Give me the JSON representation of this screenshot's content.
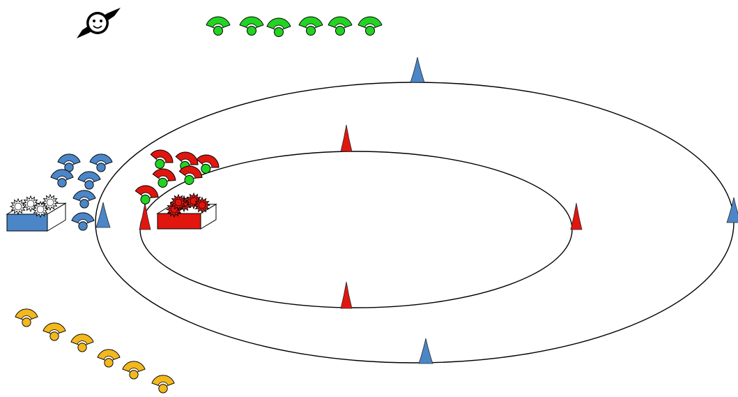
{
  "board": {
    "name": "game-board",
    "tracks": [
      "outer-track",
      "inner-track"
    ]
  },
  "colors": {
    "background": "#ffffff",
    "outline": "#000000",
    "blue": "#4a86c8",
    "red": "#e0160f",
    "green": "#22d322",
    "yellow": "#f2b81e",
    "white": "#ffffff"
  },
  "pieces": {
    "player_icon": {
      "name": "saturn-face-icon",
      "count": 1
    },
    "green_reserve": {
      "name": "green-piece",
      "count": 6
    },
    "yellow_reserve": {
      "name": "yellow-piece",
      "count": 6
    },
    "blue_reserve": {
      "name": "blue-piece",
      "count": 6
    },
    "red_with_green": {
      "name": "red-green-piece",
      "count": 6
    },
    "blue_markers": {
      "name": "blue-track-marker",
      "count": 4
    },
    "red_markers": {
      "name": "red-track-marker",
      "count": 4
    },
    "blue_box": {
      "name": "blue-box",
      "spiky_balls": 4,
      "ball_color": "white"
    },
    "red_box": {
      "name": "red-box",
      "spiky_balls": 5,
      "ball_color": "red"
    }
  }
}
